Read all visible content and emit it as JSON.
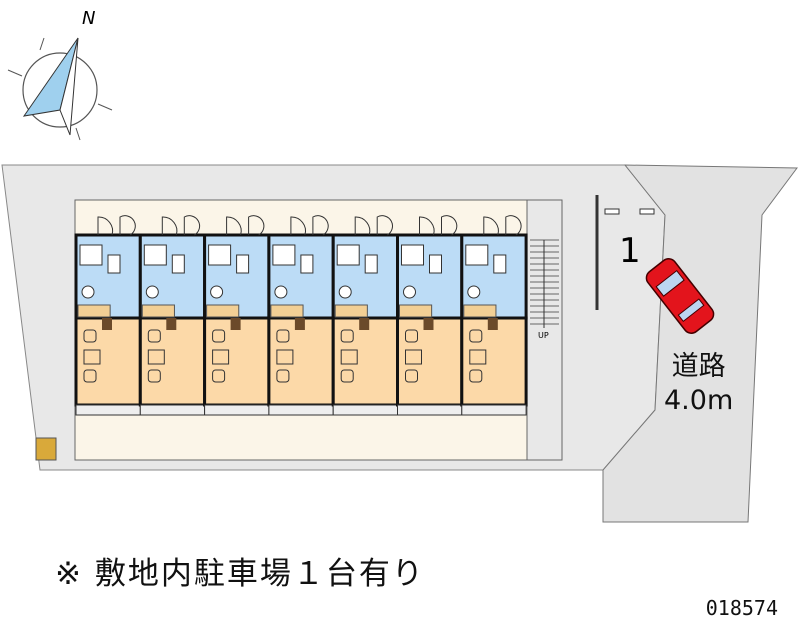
{
  "compass": {
    "north_label": "N"
  },
  "site": {
    "unit_count": 7,
    "stairs_label": "UP",
    "parking_space_number": "1"
  },
  "road": {
    "label": "道路",
    "width": "4.0m"
  },
  "note": "※ 敷地内駐車場１台有り",
  "property_code": "018574",
  "colors": {
    "wet_area": "#bcdcf6",
    "room": "#fcd9a8",
    "ground": "#e8e8e8",
    "courtyard": "#fbf5e8",
    "car": "#e3141c"
  }
}
